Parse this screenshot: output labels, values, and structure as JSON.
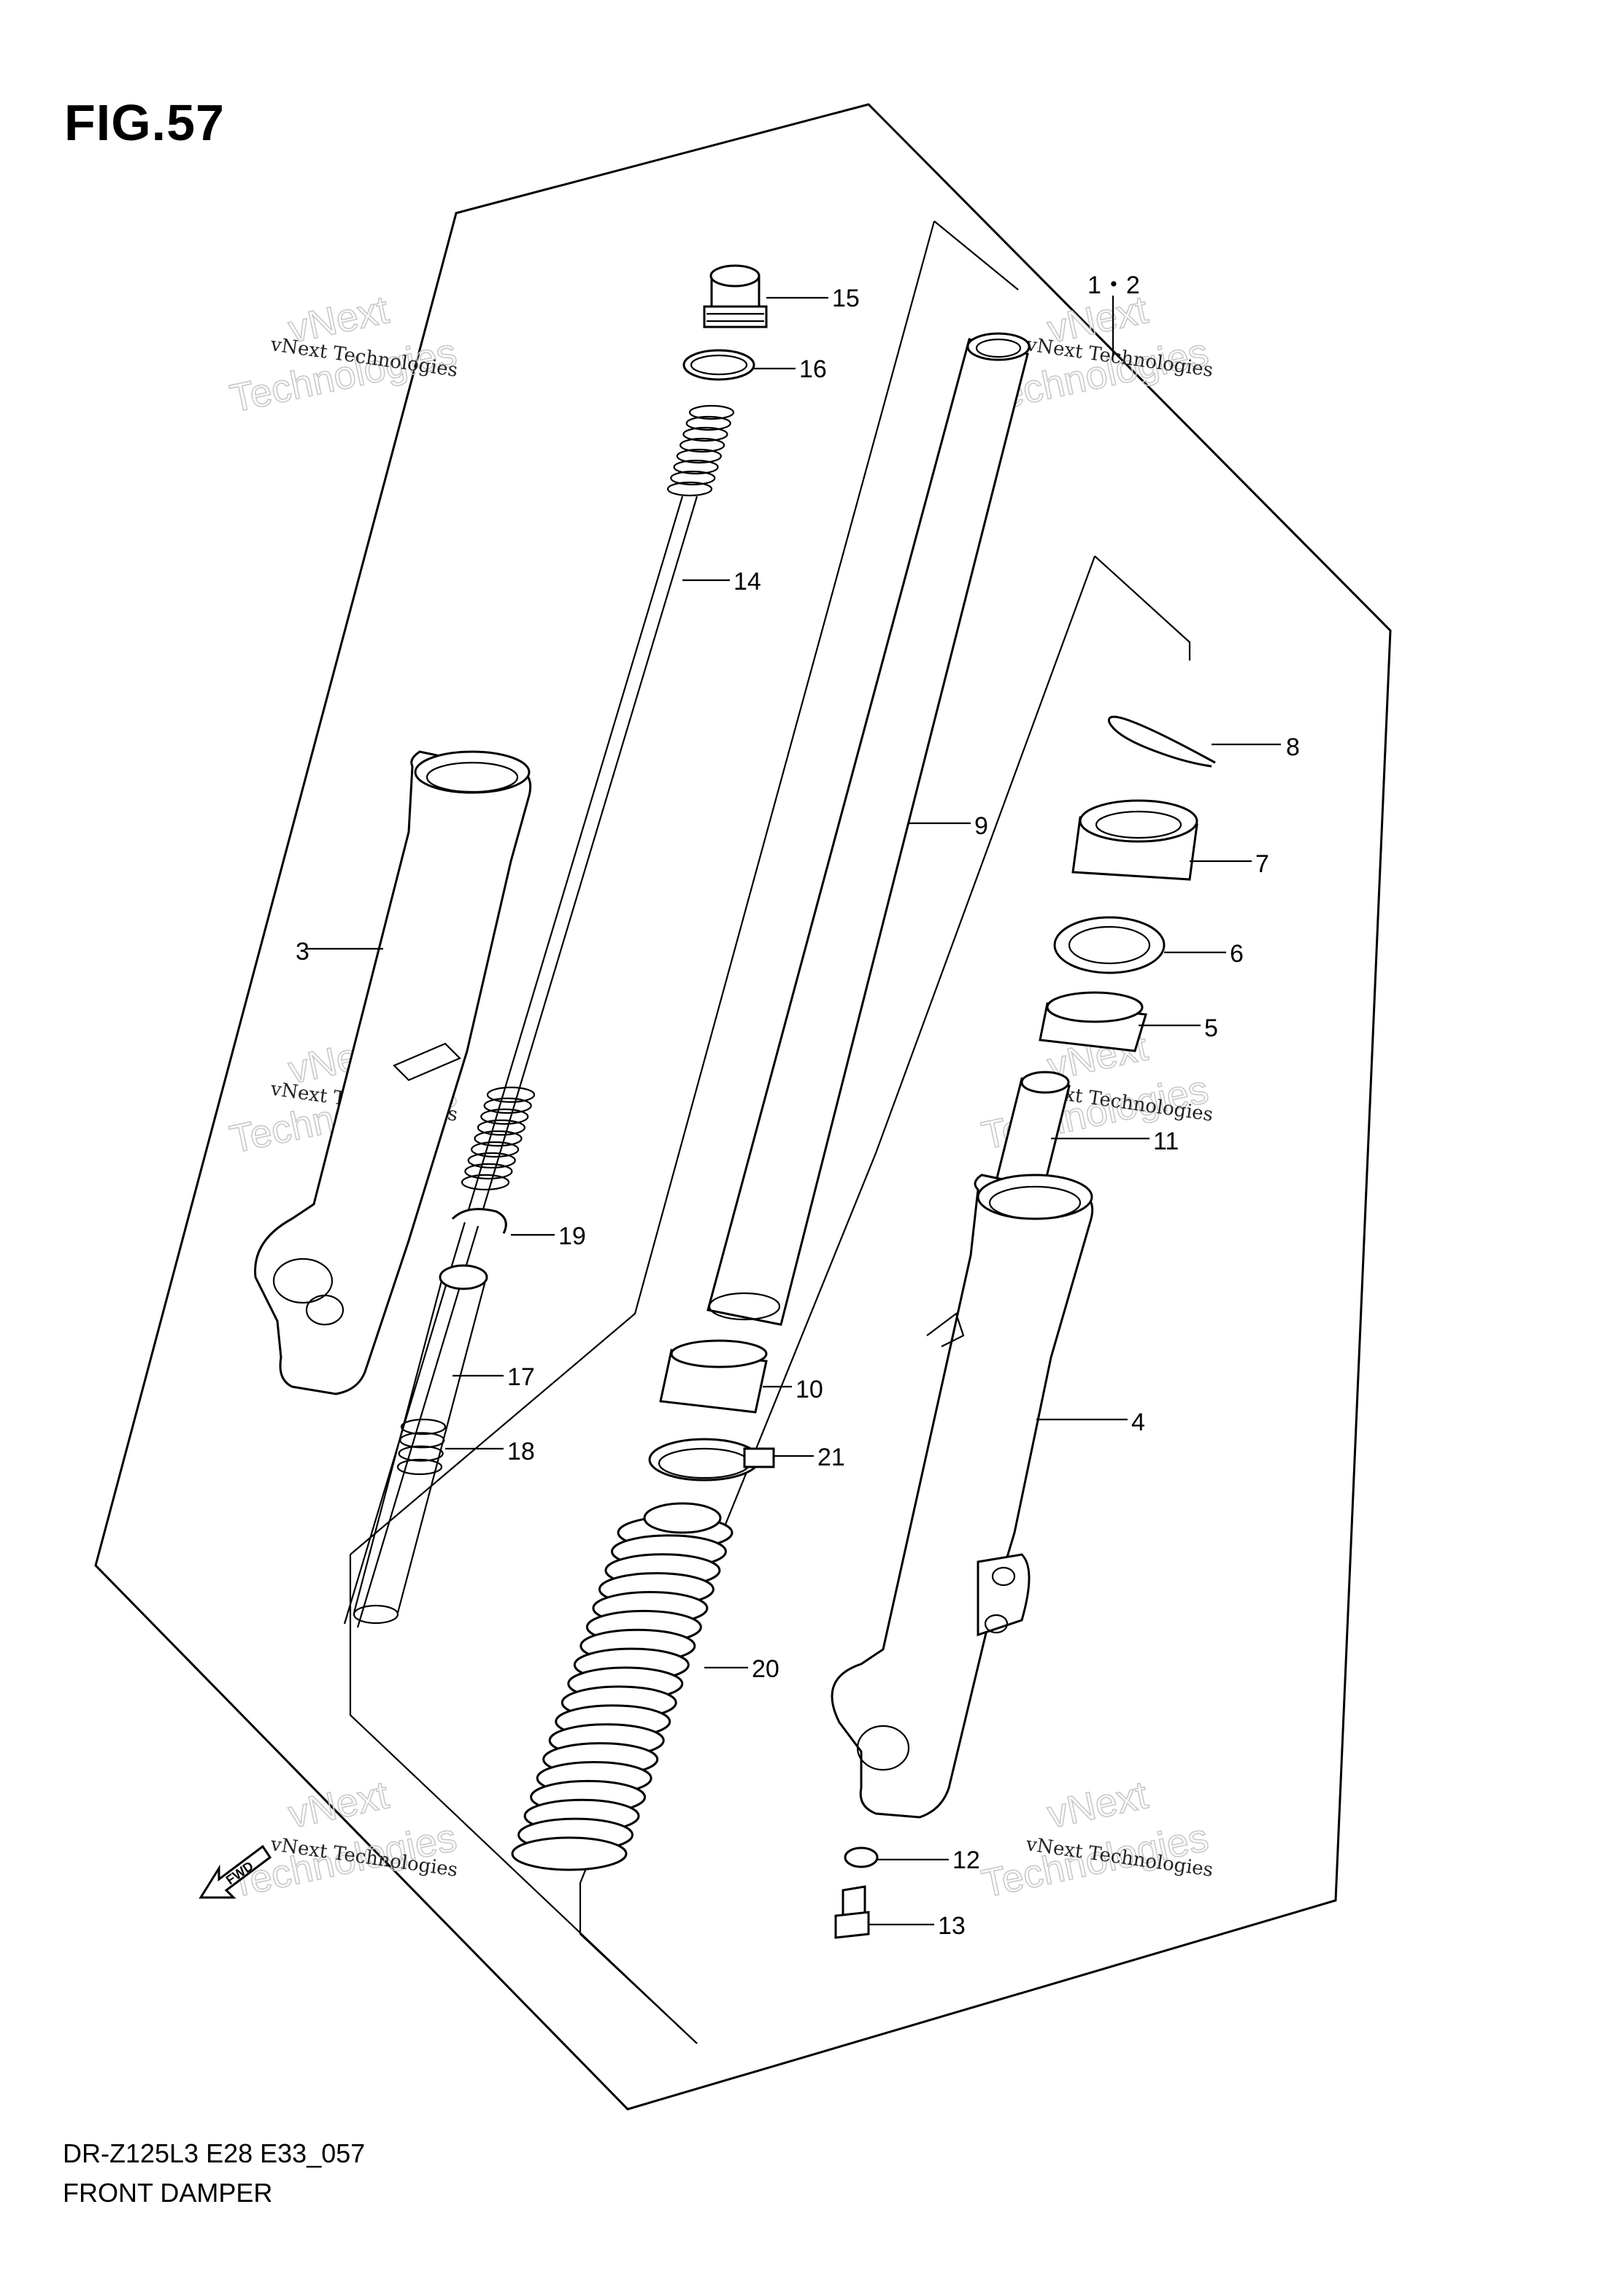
{
  "figure": {
    "title": "FIG.57",
    "code": "DR-Z125L3 E28 E33_057",
    "name": "FRONT DAMPER"
  },
  "watermark": {
    "line1": "vNext Technologies",
    "big_top": "vNext",
    "big_bottom": "Technologies"
  },
  "fwd_label": "FWD",
  "callouts": [
    "1・2",
    "3",
    "4",
    "5",
    "6",
    "7",
    "8",
    "9",
    "10",
    "11",
    "12",
    "13",
    "14",
    "15",
    "16",
    "17",
    "18",
    "19",
    "20",
    "21"
  ]
}
